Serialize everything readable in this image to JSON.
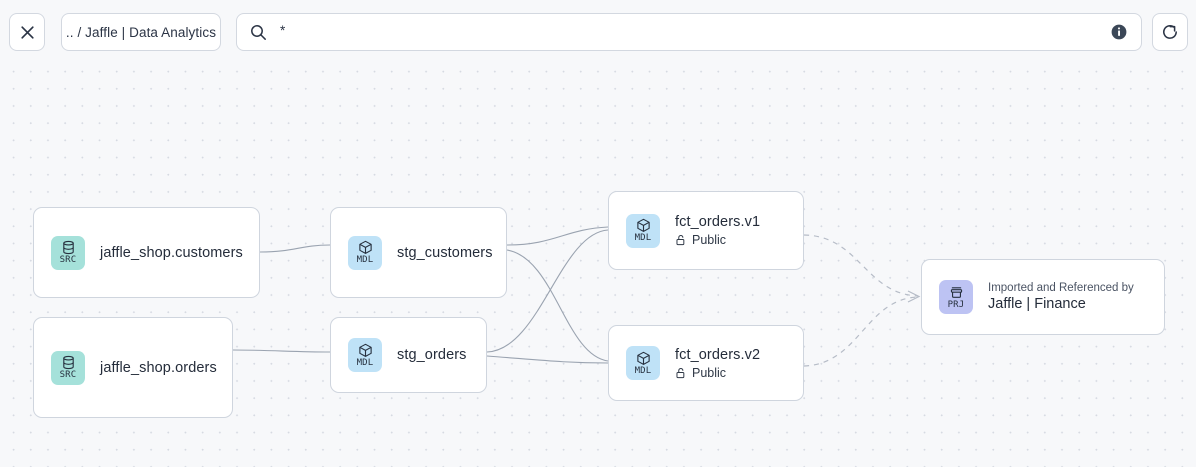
{
  "toolbar": {
    "close_label": "×",
    "close_icon": "close-icon",
    "breadcrumb_label": ".. / Jaffle | Data Analytics",
    "search_icon": "search-icon",
    "search_value": "*",
    "search_placeholder": "",
    "info_icon": "info-icon",
    "refresh_icon": "refresh-icon",
    "refresh_label": ""
  },
  "graph": {
    "nodes": [
      {
        "id": "src-customers",
        "badge": "SRC",
        "badge_kind": "src",
        "icon": "database-icon",
        "title": "jaffle_shop.customers"
      },
      {
        "id": "src-orders",
        "badge": "SRC",
        "badge_kind": "src",
        "icon": "database-icon",
        "title": "jaffle_shop.orders"
      },
      {
        "id": "stg-customers",
        "badge": "MDL",
        "badge_kind": "mdl",
        "icon": "cube-icon",
        "title": "stg_customers"
      },
      {
        "id": "stg-orders",
        "badge": "MDL",
        "badge_kind": "mdl",
        "icon": "cube-icon",
        "title": "stg_orders"
      },
      {
        "id": "fct-v1",
        "badge": "MDL",
        "badge_kind": "mdl",
        "icon": "cube-icon",
        "title": "fct_orders.v1",
        "access_icon": "unlock-icon",
        "access_label": "Public"
      },
      {
        "id": "fct-v2",
        "badge": "MDL",
        "badge_kind": "mdl",
        "icon": "cube-icon",
        "title": "fct_orders.v2",
        "access_icon": "unlock-icon",
        "access_label": "Public"
      },
      {
        "id": "prj-finance",
        "badge": "PRJ",
        "badge_kind": "prj",
        "icon": "project-box-icon",
        "eyebrow": "Imported and Referenced by",
        "title": "Jaffle | Finance"
      }
    ]
  },
  "colors": {
    "canvas_bg": "#f7f8fa",
    "node_border": "#cfd5de",
    "edge": "#9aa3b0",
    "edge_dashed": "#b6bcc7",
    "badge_src": "#a5e1da",
    "badge_mdl": "#bfe2f7",
    "badge_prj": "#bdc3f3",
    "text": "#242c3a"
  }
}
